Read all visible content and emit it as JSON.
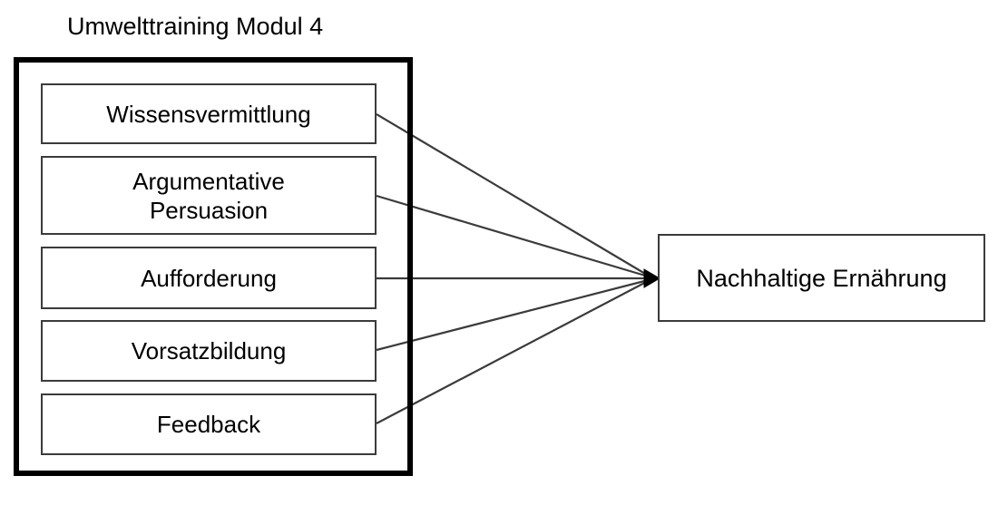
{
  "diagram": {
    "type": "concept-model",
    "background_color": "#ffffff",
    "line_color": "#3b3b3b",
    "border_color": "#000000",
    "title": "Umwelttraining Modul 4",
    "group": {
      "label": "Umwelttraining Modul 4",
      "components": [
        {
          "id": "wissensvermittlung",
          "label": "Wissensvermittlung"
        },
        {
          "id": "argumentative",
          "label": "Argumentative\nPersuasion"
        },
        {
          "id": "aufforderung",
          "label": "Aufforderung"
        },
        {
          "id": "vorsatzbildung",
          "label": "Vorsatzbildung"
        },
        {
          "id": "feedback",
          "label": "Feedback"
        }
      ]
    },
    "outcome": {
      "id": "nachhaltige-ernaehrung",
      "label": "Nachhaltige Ernährung"
    },
    "edges": [
      {
        "from": "wissensvermittlung",
        "to": "nachhaltige-ernaehrung",
        "arrow": "filled-triangle"
      },
      {
        "from": "argumentative",
        "to": "nachhaltige-ernaehrung",
        "arrow": "filled-triangle"
      },
      {
        "from": "aufforderung",
        "to": "nachhaltige-ernaehrung",
        "arrow": "filled-triangle"
      },
      {
        "from": "vorsatzbildung",
        "to": "nachhaltige-ernaehrung",
        "arrow": "filled-triangle"
      },
      {
        "from": "feedback",
        "to": "nachhaltige-ernaehrung",
        "arrow": "filled-triangle"
      }
    ]
  }
}
